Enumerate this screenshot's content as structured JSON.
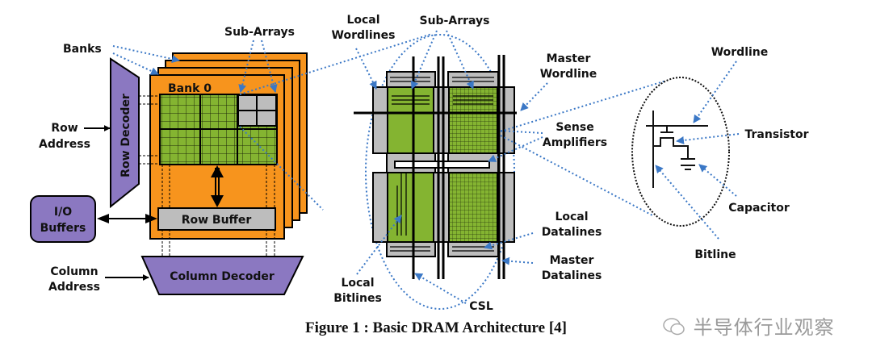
{
  "figure": {
    "caption": "Figure 1 : Basic DRAM Architecture [4]",
    "watermark": "半导体行业观察",
    "colors": {
      "bank_orange": "#f7941d",
      "decoder_purple": "#8b78c1",
      "array_green": "#84b431",
      "grey_block": "#bdbdbd",
      "pointer_blue": "#3b78c6"
    }
  },
  "bank_view": {
    "banks_label": "Banks",
    "subarrays_label": "Sub-Arrays",
    "bank0_label": "Bank 0",
    "row_decoder": "Row Decoder",
    "row_address": [
      "Row",
      "Address"
    ],
    "io_buffers": [
      "I/O",
      "Buffers"
    ],
    "row_buffer": "Row Buffer",
    "column_decoder": "Column Decoder",
    "column_address": [
      "Column",
      "Address"
    ]
  },
  "subarray_view": {
    "local_wordlines": [
      "Local",
      "Wordlines"
    ],
    "subarrays_label": "Sub-Arrays",
    "master_wordline": [
      "Master",
      "Wordline"
    ],
    "sense_amplifiers": [
      "Sense",
      "Amplifiers"
    ],
    "local_datalines": [
      "Local",
      "Datalines"
    ],
    "master_datalines": [
      "Master",
      "Datalines"
    ],
    "local_bitlines": [
      "Local",
      "Bitlines"
    ],
    "csl": "CSL"
  },
  "cell_view": {
    "wordline": "Wordline",
    "transistor": "Transistor",
    "capacitor": "Capacitor",
    "bitline": "Bitline"
  }
}
